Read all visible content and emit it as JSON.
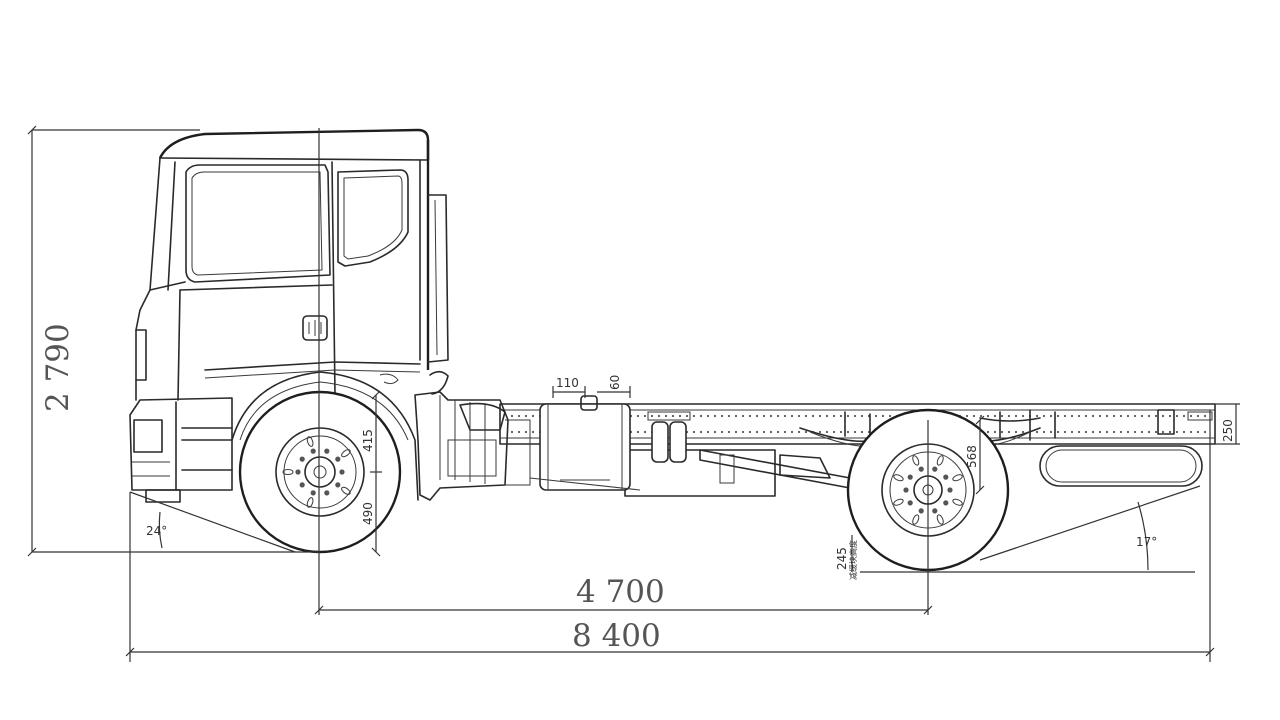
{
  "dimensions": {
    "overall_height": "2 790",
    "wheelbase": "4 700",
    "overall_length": "8 400",
    "front_angle": "24°",
    "rear_angle": "17°",
    "front_tire_radius_a": "415",
    "front_tire_radius_b": "490",
    "rear_tire_radius": "568",
    "frame_height": "250",
    "tank_width": "110",
    "tank_offset": "60",
    "rear_ground_clearance": "245",
    "rear_clearance_note": "减缓块高度"
  },
  "colors": {
    "line": "#2a2a2a",
    "dimension_text": "#555555",
    "background": "#ffffff"
  }
}
